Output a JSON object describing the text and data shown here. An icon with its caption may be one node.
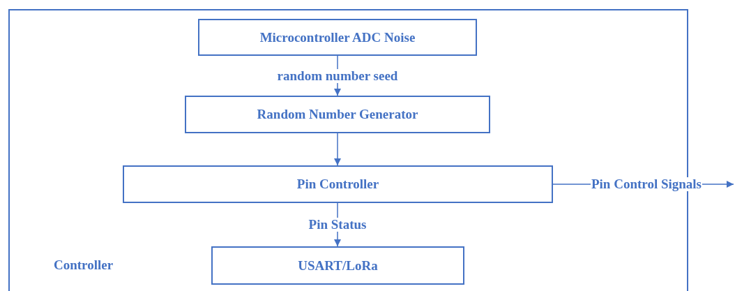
{
  "diagram": {
    "nodes": [
      {
        "text": [
          "Controller"
        ]
      },
      {
        "text": [
          "Microcontroller ADC Noise"
        ],
        "in": 0
      },
      {
        "text": [
          "Random Number Generator"
        ],
        "in": 0
      },
      {
        "text": [
          "Pin Controller"
        ],
        "in": 0
      },
      {
        "text": [
          "USART/LoRa"
        ],
        "in": 0
      }
    ],
    "edges": [
      {
        "from": 1,
        "to": 2,
        "arrow": "to",
        "label": "random number seed"
      },
      {
        "from": 2,
        "to": 3,
        "arrow": "to"
      },
      {
        "from": 3,
        "to": 4,
        "arrow": "to",
        "label": "Pin Status"
      },
      {
        "from": 3,
        "to": null,
        "arrow": "to",
        "label": "Pin Control Signals"
      }
    ]
  }
}
